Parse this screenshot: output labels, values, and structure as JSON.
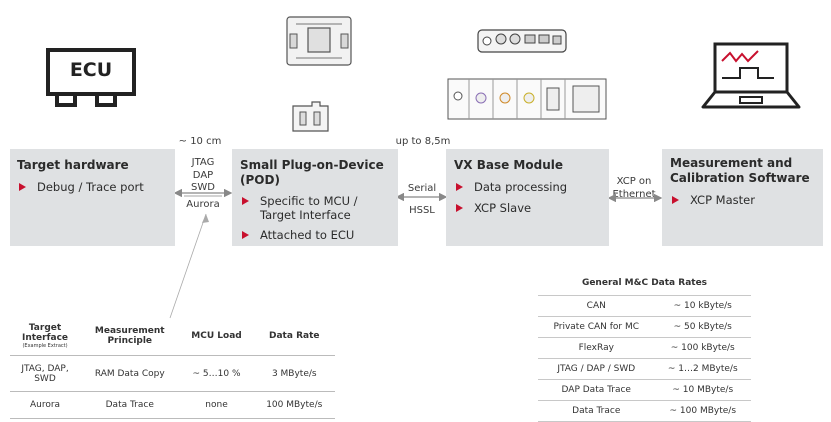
{
  "icons": {
    "ecu_label": "ECU"
  },
  "connections": {
    "distance_pod": "~ 10 cm",
    "jtag_label": "JTAG\nDAP\nSWD",
    "aurora_label": "Aurora",
    "distance_vx": "up to 8,5m",
    "serial_label": "Serial",
    "hssl_label": "HSSL",
    "xcp_ethernet_label": "XCP on\nEthernet"
  },
  "boxes": {
    "target": {
      "title": "Target hardware",
      "bullets": [
        "Debug / Trace port"
      ]
    },
    "pod": {
      "title": "Small Plug-on-Device\n(POD)",
      "bullets": [
        "Specific to MCU /\nTarget Interface",
        "Attached to ECU"
      ]
    },
    "vx": {
      "title": "VX Base Module",
      "bullets": [
        "Data processing",
        "XCP Slave"
      ]
    },
    "mc": {
      "title": "Measurement and\nCalibration Software",
      "bullets": [
        "XCP Master"
      ]
    }
  },
  "interface_table": {
    "headers": [
      "Target\nInterface",
      "Measurement\nPrinciple",
      "MCU Load",
      "Data Rate"
    ],
    "header_note": "(Example Extract)",
    "rows": [
      [
        "JTAG, DAP,\nSWD",
        "RAM Data Copy",
        "~ 5…10 %",
        "3 MByte/s"
      ],
      [
        "Aurora",
        "Data Trace",
        "none",
        "100 MByte/s"
      ]
    ]
  },
  "rates_table": {
    "title": "General M&C Data Rates",
    "rows": [
      [
        "CAN",
        "~ 10 kByte/s"
      ],
      [
        "Private CAN for MC",
        "~ 50 kByte/s"
      ],
      [
        "FlexRay",
        "~ 100 kByte/s"
      ],
      [
        "JTAG / DAP / SWD",
        "~ 1…2 MByte/s"
      ],
      [
        "DAP Data Trace",
        "~ 10 MByte/s"
      ],
      [
        "Data Trace",
        "~ 100 MByte/s"
      ]
    ]
  },
  "colors": {
    "accent": "#c8102e",
    "box_fill": "#dfe1e3"
  }
}
